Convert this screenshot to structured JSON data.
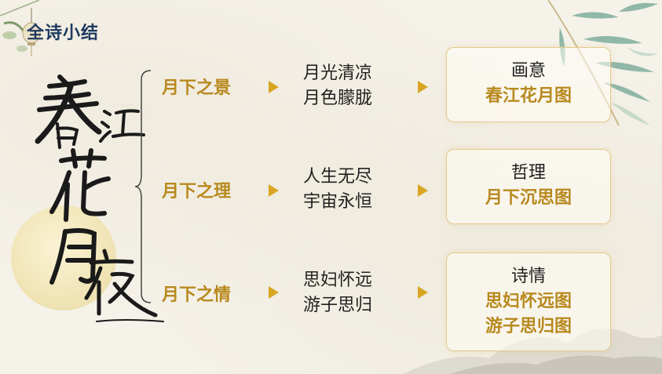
{
  "title": "全诗小结",
  "calligraphy_text": "春江花月夜",
  "colors": {
    "title": "#1e3a5f",
    "accent": "#b8891e",
    "arrow": "#d9a624"
  },
  "rows": [
    {
      "label": "月下之景",
      "desc": [
        "月光清凉",
        "月色朦胧"
      ],
      "box_title": "画意",
      "box_subs": [
        "春江花月图"
      ]
    },
    {
      "label": "月下之理",
      "desc": [
        "人生无尽",
        "宇宙永恒"
      ],
      "box_title": "哲理",
      "box_subs": [
        "月下沉思图"
      ]
    },
    {
      "label": "月下之情",
      "desc": [
        "思妇怀远",
        "游子思归"
      ],
      "box_title": "诗情",
      "box_subs": [
        "思妇怀远图",
        "游子思归图"
      ]
    }
  ]
}
